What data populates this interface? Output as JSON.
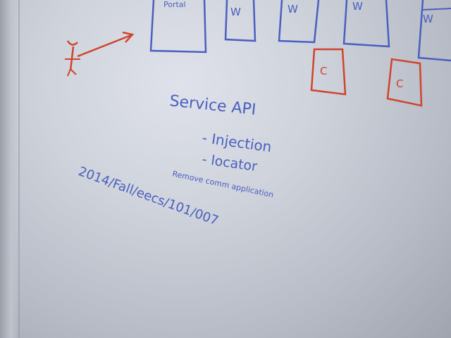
{
  "whiteboard": {
    "portal_label": "Portal",
    "w_labels": [
      "W",
      "W",
      "W",
      "W"
    ],
    "c_label": "C",
    "c2_label": "C",
    "notes": {
      "title": "Service API",
      "item1": "- Injection",
      "item2": "- locator",
      "item3": "Remove comm application",
      "course": "2014/Fall/eecs/101/007"
    },
    "colors": {
      "board": "#d4d7df",
      "blue_marker": "#4a5fbf",
      "red_marker": "#d0442c"
    }
  }
}
